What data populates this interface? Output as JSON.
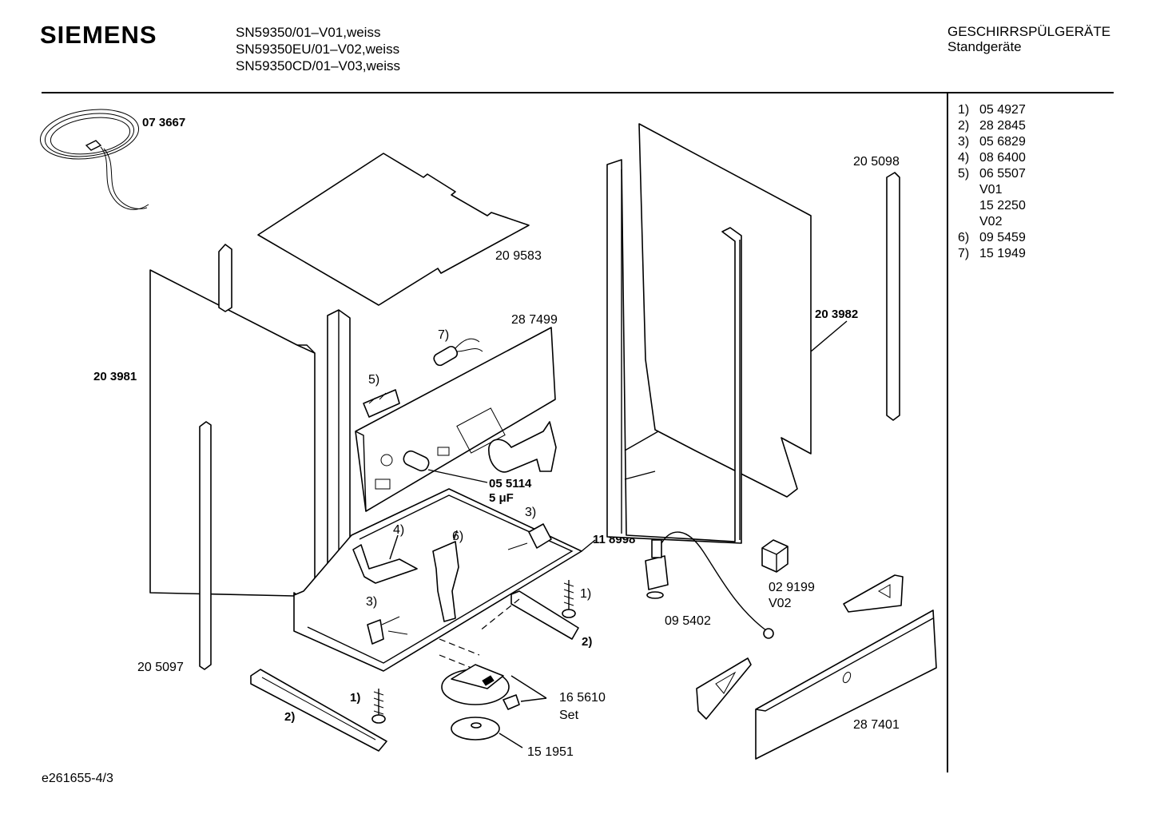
{
  "header": {
    "brand": "SIEMENS",
    "models": [
      "SN59350/01–V01,weiss",
      "SN59350EU/01–V02,weiss",
      "SN59350CD/01–V03,weiss"
    ],
    "category_line1": "GESCHIRRSPÜLGERÄTE",
    "category_line2": "Standgeräte"
  },
  "legend": [
    {
      "num": "1)",
      "value": "05 4927"
    },
    {
      "num": "2)",
      "value": "28 2845"
    },
    {
      "num": "3)",
      "value": "05 6829"
    },
    {
      "num": "4)",
      "value": "08 6400"
    },
    {
      "num": "5)",
      "value": "06 5507"
    },
    {
      "num": "",
      "value": "V01"
    },
    {
      "num": "",
      "value": "15 2250"
    },
    {
      "num": "",
      "value": "V02"
    },
    {
      "num": "6)",
      "value": "09 5459"
    },
    {
      "num": "7)",
      "value": "15 1949"
    }
  ],
  "labels": {
    "power_cord": "07 3667",
    "top_cover": "20 9583",
    "control_panel": "28 7499",
    "side_panel_left": "20 3981",
    "side_panel_right": "20 3982",
    "strip_right": "20 5098",
    "strip_left": "20 5097",
    "capacitor": "05 5114",
    "capacitor_value": "5 μF",
    "base_frame": "11 8998",
    "relay": "02 9199",
    "relay_variant": "V02",
    "level_switch": "09 5402",
    "pump_set": "16 5610",
    "pump_set_note": "Set",
    "pump_disc": "15 1951",
    "plinth": "28 7401",
    "callout_1": "1)",
    "callout_2": "2)",
    "callout_3": "3)",
    "callout_4": "4)",
    "callout_5": "5)",
    "callout_6": "6)",
    "callout_7": "7)"
  },
  "footer": {
    "doc_id": "e261655-4/3"
  }
}
